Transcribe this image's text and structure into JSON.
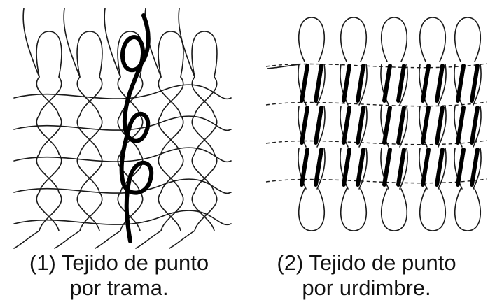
{
  "figures": [
    {
      "id": "weft",
      "caption_line1": "(1) Tejido de punto",
      "caption_line2": "por trama."
    },
    {
      "id": "warp",
      "caption_line1": "(2) Tejido de punto",
      "caption_line2": "por urdimbre."
    }
  ],
  "colors": {
    "background": "#ffffff",
    "ink": "#000000"
  }
}
